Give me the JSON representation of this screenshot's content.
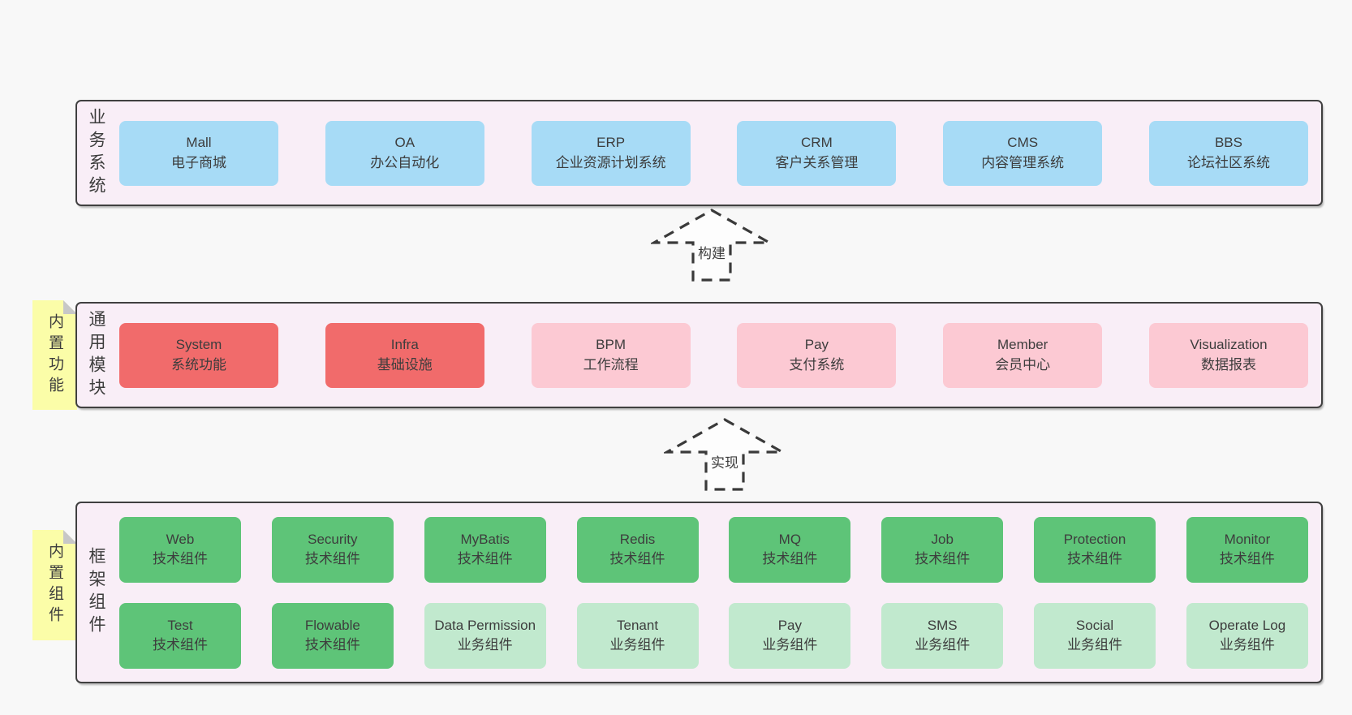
{
  "colors": {
    "page_bg": "#f8f8f8",
    "band_bg": "#f9eef7",
    "band_border": "#404040",
    "blue": "#a7dbf6",
    "red": "#f16b6b",
    "pink": "#fcc9d3",
    "green": "#5ec478",
    "light_green": "#c1e9ce",
    "sticky_yellow": "#fbfda8",
    "sticky_fold": "#c7c7c7",
    "arrow_stroke": "#3a3a3a",
    "text": "#3d3d3d"
  },
  "arrows": [
    {
      "id": "build",
      "label": "构建"
    },
    {
      "id": "implement",
      "label": "实现"
    }
  ],
  "bands": [
    {
      "id": "business-systems",
      "side_label": "业务系统",
      "sticky": null,
      "rows": [
        [
          {
            "name": "Mall",
            "desc": "电子商城",
            "variant": "blue"
          },
          {
            "name": "OA",
            "desc": "办公自动化",
            "variant": "blue"
          },
          {
            "name": "ERP",
            "desc": "企业资源计划系统",
            "variant": "blue"
          },
          {
            "name": "CRM",
            "desc": "客户关系管理",
            "variant": "blue"
          },
          {
            "name": "CMS",
            "desc": "内容管理系统",
            "variant": "blue"
          },
          {
            "name": "BBS",
            "desc": "论坛社区系统",
            "variant": "blue"
          }
        ]
      ]
    },
    {
      "id": "common-modules",
      "side_label": "通用模块",
      "sticky": "内置功能",
      "rows": [
        [
          {
            "name": "System",
            "desc": "系统功能",
            "variant": "red"
          },
          {
            "name": "Infra",
            "desc": "基础设施",
            "variant": "red"
          },
          {
            "name": "BPM",
            "desc": "工作流程",
            "variant": "pink"
          },
          {
            "name": "Pay",
            "desc": "支付系统",
            "variant": "pink"
          },
          {
            "name": "Member",
            "desc": "会员中心",
            "variant": "pink"
          },
          {
            "name": "Visualization",
            "desc": "数据报表",
            "variant": "pink"
          }
        ]
      ]
    },
    {
      "id": "framework-components",
      "side_label": "框架组件",
      "sticky": "内置组件",
      "rows": [
        [
          {
            "name": "Web",
            "desc": "技术组件",
            "variant": "green"
          },
          {
            "name": "Security",
            "desc": "技术组件",
            "variant": "green"
          },
          {
            "name": "MyBatis",
            "desc": "技术组件",
            "variant": "green"
          },
          {
            "name": "Redis",
            "desc": "技术组件",
            "variant": "green"
          },
          {
            "name": "MQ",
            "desc": "技术组件",
            "variant": "green"
          },
          {
            "name": "Job",
            "desc": "技术组件",
            "variant": "green"
          },
          {
            "name": "Protection",
            "desc": "技术组件",
            "variant": "green"
          },
          {
            "name": "Monitor",
            "desc": "技术组件",
            "variant": "green"
          }
        ],
        [
          {
            "name": "Test",
            "desc": "技术组件",
            "variant": "green"
          },
          {
            "name": "Flowable",
            "desc": "技术组件",
            "variant": "green"
          },
          {
            "name": "Data Permission",
            "desc": "业务组件",
            "variant": "light_green"
          },
          {
            "name": "Tenant",
            "desc": "业务组件",
            "variant": "light_green"
          },
          {
            "name": "Pay",
            "desc": "业务组件",
            "variant": "light_green"
          },
          {
            "name": "SMS",
            "desc": "业务组件",
            "variant": "light_green"
          },
          {
            "name": "Social",
            "desc": "业务组件",
            "variant": "light_green"
          },
          {
            "name": "Operate Log",
            "desc": "业务组件",
            "variant": "light_green"
          }
        ]
      ]
    }
  ]
}
